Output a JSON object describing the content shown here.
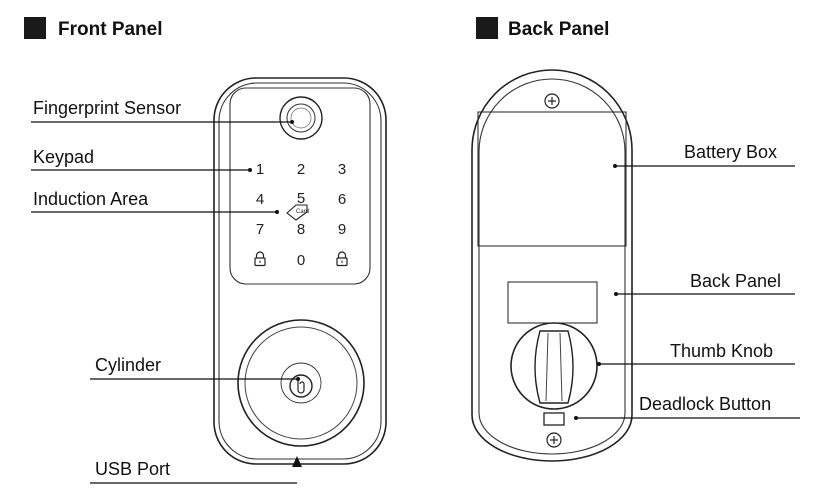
{
  "front": {
    "title": "Front Panel",
    "labels": {
      "fingerprint": "Fingerprint Sensor",
      "keypad": "Keypad",
      "induction": "Induction Area",
      "cylinder": "Cylinder",
      "usb": "USB Port"
    },
    "keys": [
      "1",
      "2",
      "3",
      "4",
      "5",
      "6",
      "7",
      "8",
      "9",
      "0"
    ],
    "card_text": "Card"
  },
  "back": {
    "title": "Back Panel",
    "labels": {
      "battery": "Battery Box",
      "panel": "Back Panel",
      "thumb": "Thumb Knob",
      "deadlock": "Deadlock Button"
    }
  }
}
